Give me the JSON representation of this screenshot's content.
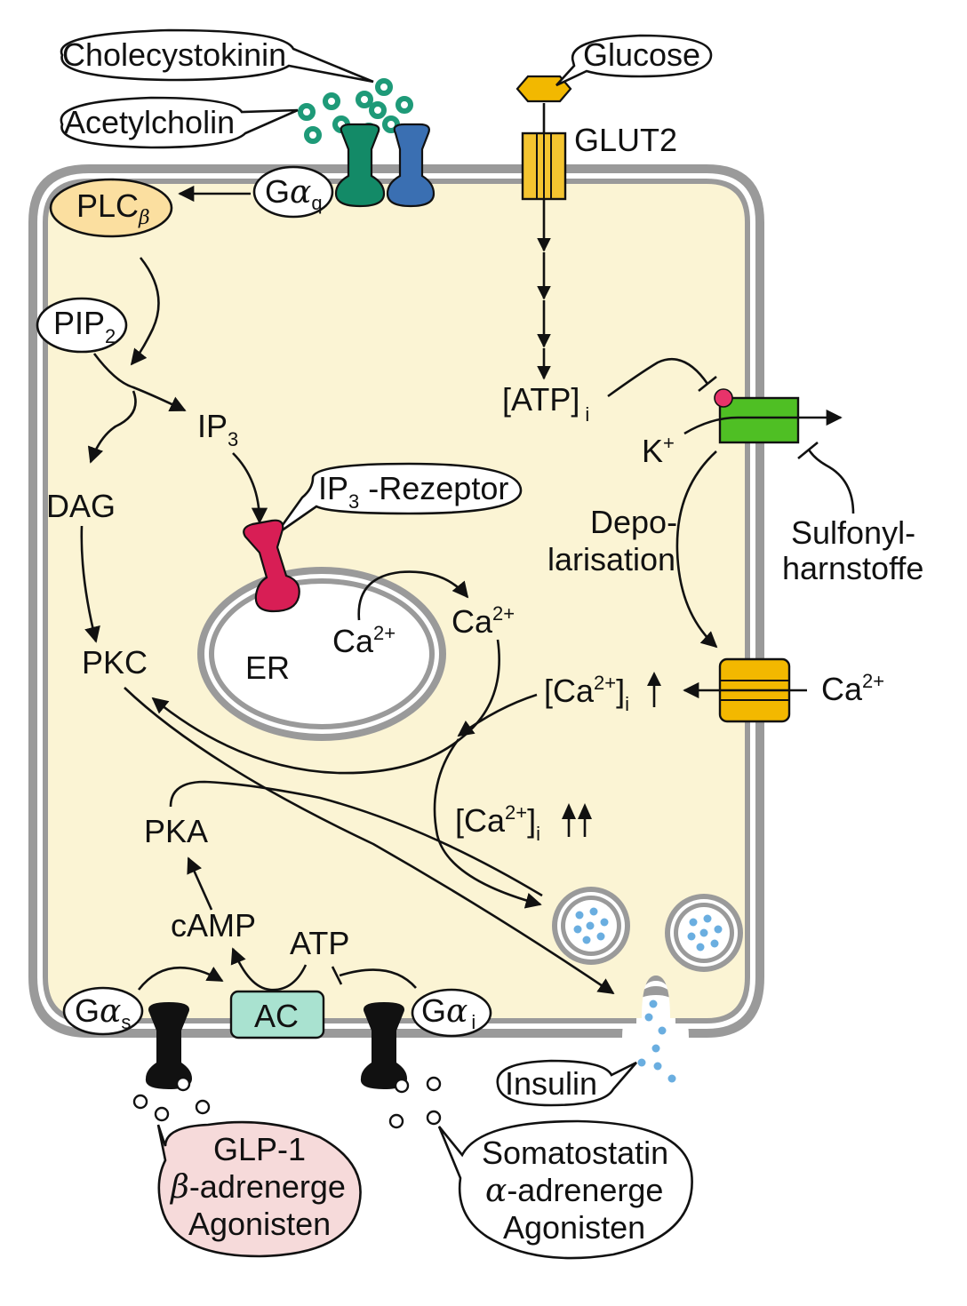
{
  "labels": {
    "cholecystokinin": "Cholecystokinin",
    "acetylcholin": "Acetylcholin",
    "glucose": "Glucose",
    "glut2": "GLUT2",
    "plc": "PLC",
    "plc_sub": "β",
    "galpha_q_g": "G",
    "galpha_q_alpha": "α",
    "galpha_q_sub": "q",
    "pip2": "PIP",
    "pip2_sub": "2",
    "ip3": "IP",
    "ip3_sub": "3",
    "dag": "DAG",
    "ip3_receptor_a": "IP",
    "ip3_receptor_sub": "3",
    "ip3_receptor_b": " -Rezeptor",
    "er": "ER",
    "ca_er": "Ca",
    "ca_er_sup": "2+",
    "ca_out": "Ca",
    "ca_out_sup": "2+",
    "pkc": "PKC",
    "atp_i": "[ATP]",
    "atp_i_sub": "i",
    "k_plus": "K",
    "k_plus_sup": "+",
    "depol_1": "Depo-",
    "depol_2": "larisation",
    "sulfonyl_1": "Sulfonyl-",
    "sulfonyl_2": "harnstoffe",
    "ca_i_a": "[Ca",
    "ca_i_sup": "2+",
    "ca_i_b": "]",
    "ca_i_sub": "i",
    "ca_ext": "Ca",
    "ca_ext_sup": "2+",
    "ca_ii_a": "[Ca",
    "ca_ii_sup": "2+",
    "ca_ii_b": "]",
    "ca_ii_sub": "i",
    "pka": "PKA",
    "camp": "cAMP",
    "atp": "ATP",
    "ac": "AC",
    "galpha_s_g": "G",
    "galpha_s_alpha": "α",
    "galpha_s_sub": "s",
    "galpha_i_g": "G",
    "galpha_i_alpha": "α",
    "galpha_i_sub": "i",
    "insulin": "Insulin",
    "glp1_1": "GLP-1",
    "glp1_beta": "β",
    "glp1_2": "-adrenerge",
    "glp1_3": "Agonisten",
    "soma_1": "Somatostatin",
    "soma_alpha": "α",
    "soma_2": "-adrenerge",
    "soma_3": "Agonisten"
  },
  "colors": {
    "cytoplasm": "#fbf4d4",
    "membrane": "#9a9a9a",
    "plc_fill": "#fbdfa0",
    "cck_receptor": "#138a67",
    "ach_receptor": "#3a6fb2",
    "ligand_dots": "#1e9a78",
    "glucose": "#f2b800",
    "glut2": "#f4c430",
    "ip3_receptor": "#d81e55",
    "katp_channel": "#4fbf24",
    "sur_site": "#e8336a",
    "ca_channel": "#f3b800",
    "ac_fill": "#a9e2d0",
    "insulin_dots": "#6aaee0",
    "glp1_bubble": "#f6dada",
    "gpcr_black": "#111111"
  }
}
